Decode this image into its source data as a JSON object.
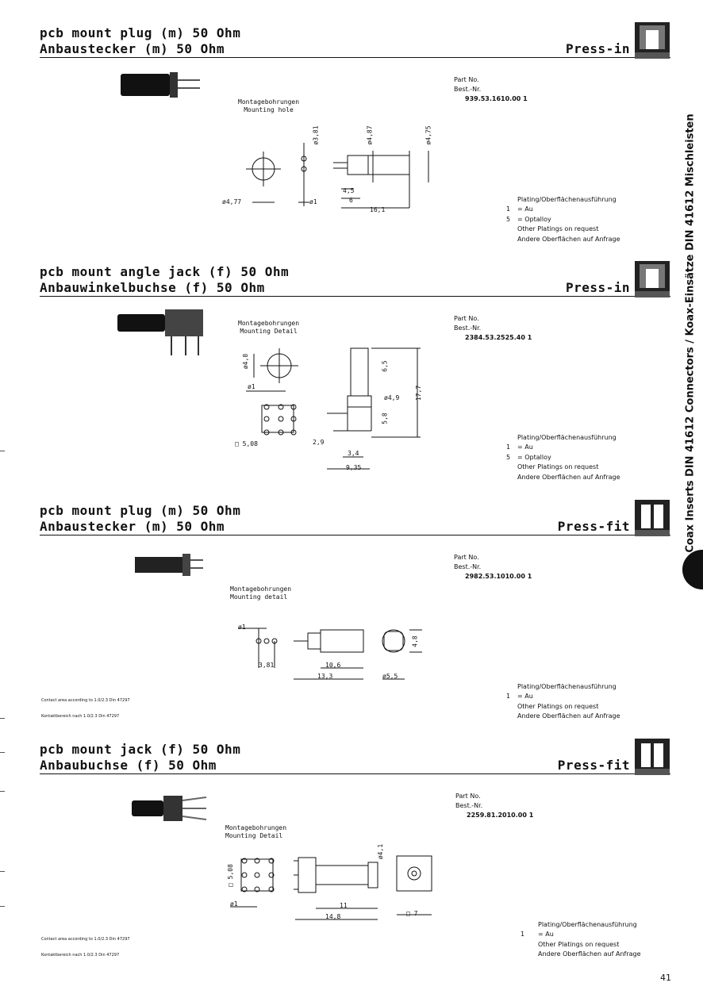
{
  "sidebar": {
    "text": "Coax Inserts DIN 41612 Connectors / Koax-Einsätze DIN 41612 Mischleisten"
  },
  "page_number": "41",
  "sections": [
    {
      "title_en": "pcb mount plug (m) 50 Ohm",
      "title_de": "Anbaustecker (m) 50 Ohm",
      "type": "Press-in",
      "part_no_label": "Part No.",
      "best_nr_label": "Best.-Nr.",
      "part_number": "939.53.1610.00 1",
      "mount_label_de": "Montagebohrungen",
      "mount_label_en": "Mounting hole",
      "dims": [
        "ø4,77",
        "ø1",
        "ø3,81",
        "ø4,87",
        "ø4,75",
        "4,5",
        "6",
        "16,1"
      ],
      "plating_title": "Plating/Oberflächenausführung",
      "plating": [
        {
          "k": "1",
          "v": "= Au"
        },
        {
          "k": "5",
          "v": "= Optalloy"
        }
      ],
      "other_en": "Other Platings on request",
      "other_de": "Andere Oberflächen auf Anfrage"
    },
    {
      "title_en": "pcb mount angle jack (f) 50 Ohm",
      "title_de": "Anbauwinkelbuchse (f) 50 Ohm",
      "type": "Press-in",
      "part_no_label": "Part No.",
      "best_nr_label": "Best.-Nr.",
      "part_number": "2384.53.2525.40 1",
      "mount_label_de": "Montagebohrungen",
      "mount_label_en": "Mounting Detail",
      "dims": [
        "ø4,8",
        "ø1",
        "□ 5,08",
        "2,9",
        "3,4",
        "9,35",
        "6,5",
        "ø4,9",
        "5,8",
        "17,7"
      ],
      "plating_title": "Plating/Oberflächenausführung",
      "plating": [
        {
          "k": "1",
          "v": "= Au"
        },
        {
          "k": "5",
          "v": "= Optalloy"
        }
      ],
      "other_en": "Other Platings on request",
      "other_de": "Andere Oberflächen auf Anfrage"
    },
    {
      "title_en": "pcb mount plug (m) 50 Ohm",
      "title_de": "Anbaustecker (m) 50 Ohm",
      "type": "Press-fit",
      "part_no_label": "Part No.",
      "best_nr_label": "Best.-Nr.",
      "part_number": "2982.53.1010.00 1",
      "mount_label_de": "Montagebohrungen",
      "mount_label_en": "Mounting detail",
      "dims": [
        "ø1",
        "3,81",
        "10,6",
        "13,3",
        "ø5,5",
        "4,8"
      ],
      "plating_title": "Plating/Oberflächenausführung",
      "plating": [
        {
          "k": "1",
          "v": "= Au"
        }
      ],
      "other_en": "Other Platings on request",
      "other_de": "Andere Oberflächen auf Anfrage",
      "contact_en": "Contact area according to 1.0/2.3 Din 47297",
      "contact_de": "Kontaktbereich nach 1.0/2.3 Din 47297"
    },
    {
      "title_en": "pcb mount jack (f) 50 Ohm",
      "title_de": "Anbaubuchse (f) 50 Ohm",
      "type": "Press-fit",
      "part_no_label": "Part No.",
      "best_nr_label": "Best.-Nr.",
      "part_number": "2259.81.2010.00 1",
      "mount_label_de": "Montagebohrungen",
      "mount_label_en": "Mounting Detail",
      "dims": [
        "□ 5,08",
        "ø1",
        "11",
        "14,8",
        "□ 7",
        "ø4,1"
      ],
      "plating_title": "Plating/Oberflächenausführung",
      "plating": [
        {
          "k": "1",
          "v": "= Au"
        }
      ],
      "other_en": "Other Platings on request",
      "other_de": "Andere Oberflächen auf Anfrage",
      "contact_en": "Contact area according to 1.0/2.3 Din 47297",
      "contact_de": "Kontaktbereich nach 1.0/2.3 Din 47297"
    }
  ]
}
